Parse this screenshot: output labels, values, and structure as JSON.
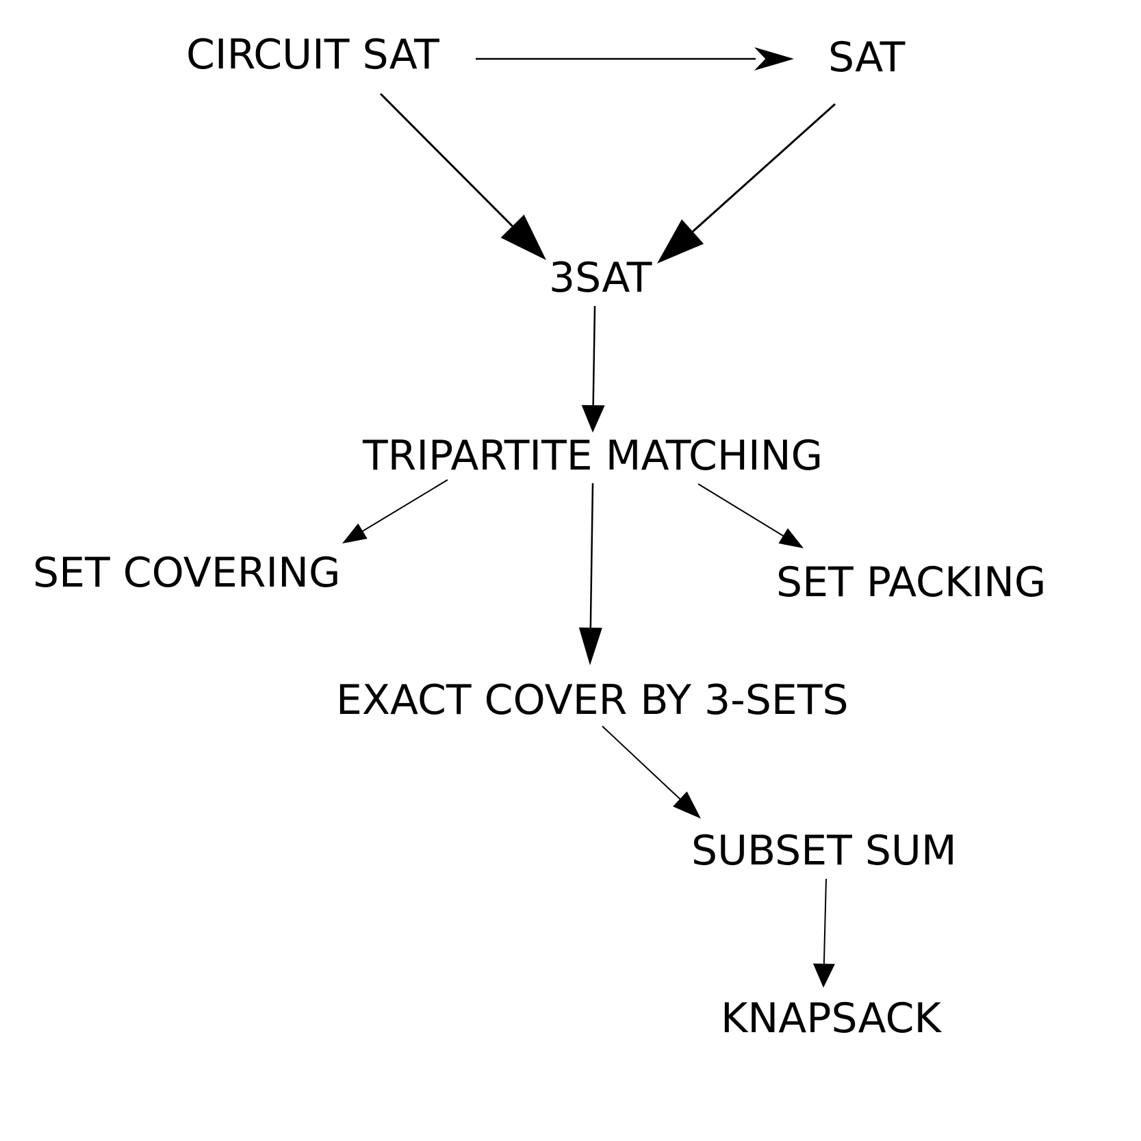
{
  "diagram": {
    "colors": {
      "text": "#000000",
      "edge": "#000000",
      "background": "#ffffff"
    },
    "nodes": [
      {
        "id": "circuit_sat",
        "label": "CIRCUIT SAT"
      },
      {
        "id": "sat",
        "label": "SAT"
      },
      {
        "id": "3sat",
        "label": "3SAT"
      },
      {
        "id": "tripartite_matching",
        "label": "TRIPARTITE MATCHING"
      },
      {
        "id": "set_covering",
        "label": "SET COVERING"
      },
      {
        "id": "set_packing",
        "label": "SET PACKING"
      },
      {
        "id": "exact_cover",
        "label": "EXACT COVER BY 3-SETS"
      },
      {
        "id": "subset_sum",
        "label": "SUBSET SUM"
      },
      {
        "id": "knapsack",
        "label": "KNAPSACK"
      }
    ],
    "edges": [
      {
        "from": "circuit_sat",
        "to": "sat"
      },
      {
        "from": "circuit_sat",
        "to": "3sat"
      },
      {
        "from": "sat",
        "to": "3sat"
      },
      {
        "from": "3sat",
        "to": "tripartite_matching"
      },
      {
        "from": "tripartite_matching",
        "to": "set_covering"
      },
      {
        "from": "tripartite_matching",
        "to": "exact_cover"
      },
      {
        "from": "tripartite_matching",
        "to": "set_packing"
      },
      {
        "from": "exact_cover",
        "to": "subset_sum"
      },
      {
        "from": "subset_sum",
        "to": "knapsack"
      }
    ]
  }
}
